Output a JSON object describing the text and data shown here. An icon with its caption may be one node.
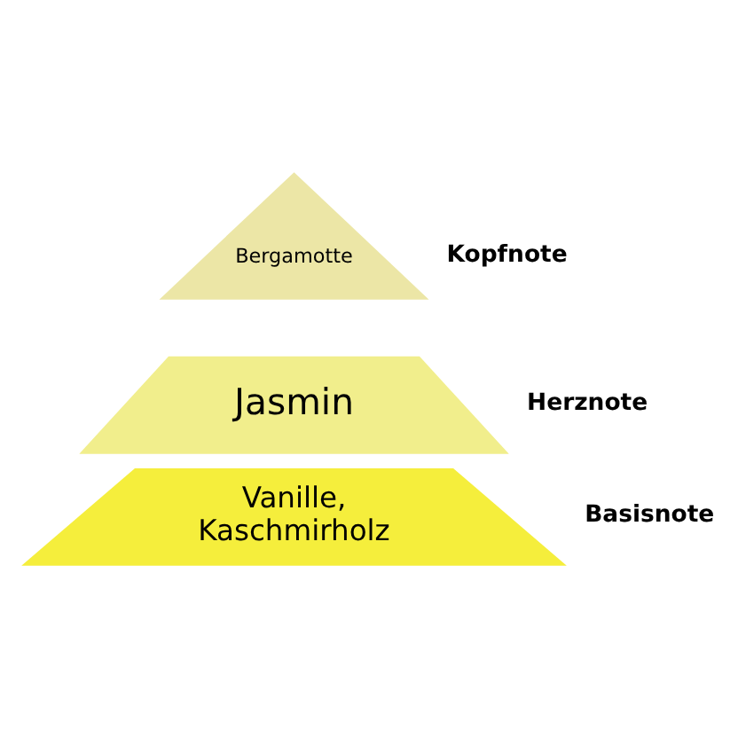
{
  "diagram": {
    "nodes": [
      {
        "text": [
          "Bergamotte"
        ],
        "beside": [
          "Kopfnote"
        ]
      },
      {
        "text": [
          "Jasmin"
        ],
        "beside": [
          "Herznote"
        ]
      },
      {
        "text": [
          "Vanille, Kaschmirholz"
        ],
        "beside": [
          "Basisnote"
        ]
      }
    ],
    "edges": []
  }
}
